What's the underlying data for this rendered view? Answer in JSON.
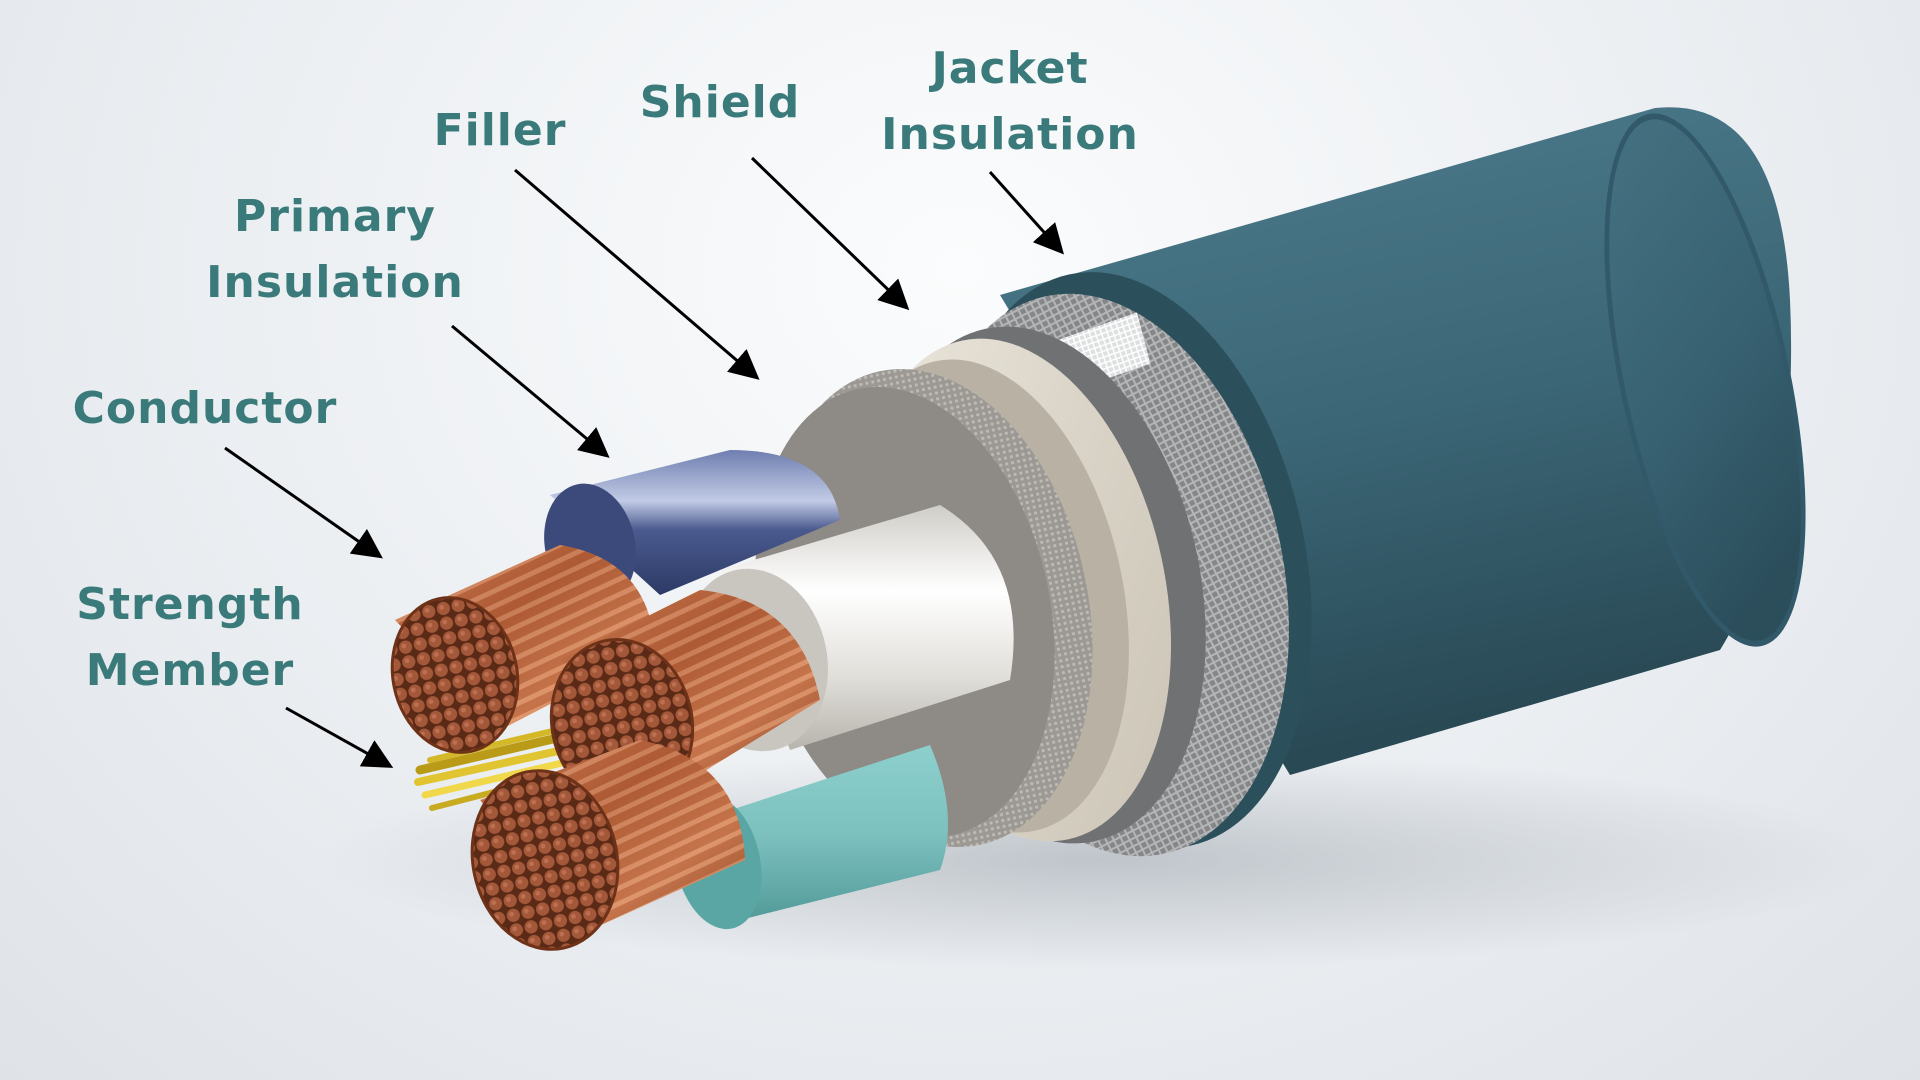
{
  "labels": {
    "jacket": [
      "Jacket",
      "Insulation"
    ],
    "shield": [
      "Shield"
    ],
    "filler": [
      "Filler"
    ],
    "primary": [
      "Primary",
      "Insulation"
    ],
    "conductor": [
      "Conductor"
    ],
    "strength": [
      "Strength",
      "Member"
    ]
  },
  "colors": {
    "label_text": "#3b7a7a",
    "jacket": "#3b6676",
    "shield": "#8b8c8c",
    "filler_tape": "#d8d2c6",
    "filler_fabric": "#9a9690",
    "insulation_blue": "#4a5a8e",
    "insulation_white": "#e4e3df",
    "insulation_cyan": "#7dc1bf",
    "copper": "#a5522d",
    "strength_member": "#e0c531"
  }
}
